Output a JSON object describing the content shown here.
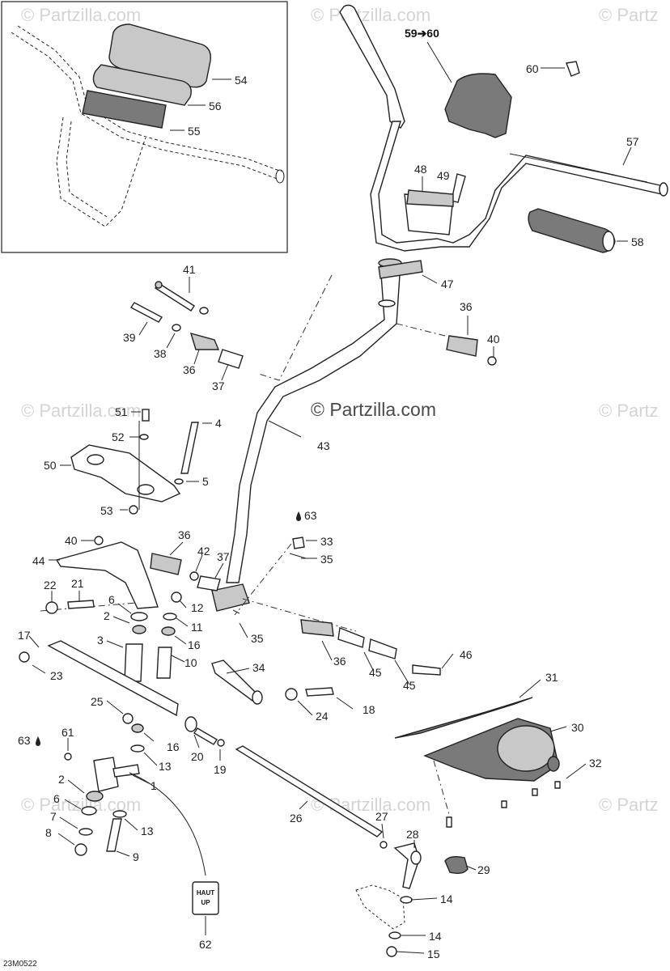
{
  "watermarks": {
    "small": "© Partzilla.com",
    "partial": "© Partz",
    "center": "© Partzilla.com"
  },
  "diagram_code": "23M0522",
  "tag_lines": [
    "HAUT",
    "UP"
  ],
  "labels": {
    "l1": "1",
    "l2a": "2",
    "l2b": "2",
    "l3": "3",
    "l4": "4",
    "l5": "5",
    "l6a": "6",
    "l6b": "6",
    "l7": "7",
    "l8": "8",
    "l9": "9",
    "l10": "10",
    "l11": "11",
    "l12": "12",
    "l13a": "13",
    "l13b": "13",
    "l14a": "14",
    "l14b": "14",
    "l15": "15",
    "l16a": "16",
    "l16b": "16",
    "l17": "17",
    "l18": "18",
    "l19": "19",
    "l20": "20",
    "l21": "21",
    "l22": "22",
    "l23": "23",
    "l24": "24",
    "l25": "25",
    "l26": "26",
    "l27": "27",
    "l28": "28",
    "l29": "29",
    "l30": "30",
    "l31": "31",
    "l32": "32",
    "l33": "33",
    "l34": "34",
    "l35a": "35",
    "l35b": "35",
    "l36a": "36",
    "l36b": "36",
    "l36c": "36",
    "l36d": "36",
    "l37a": "37",
    "l37b": "37",
    "l38": "38",
    "l39": "39",
    "l40a": "40",
    "l40b": "40",
    "l41": "41",
    "l42": "42",
    "l43": "43",
    "l44": "44",
    "l45a": "45",
    "l45b": "45",
    "l46": "46",
    "l47": "47",
    "l48": "48",
    "l49": "49",
    "l50": "50",
    "l51": "51",
    "l52": "52",
    "l53": "53",
    "l54": "54",
    "l55": "55",
    "l56": "56",
    "l57": "57",
    "l58": "58",
    "l59": "59➔60",
    "l60": "60",
    "l61": "61",
    "l62": "62",
    "l63a": "63",
    "l63b": "63"
  },
  "icons": {
    "drop": "drop-icon"
  }
}
